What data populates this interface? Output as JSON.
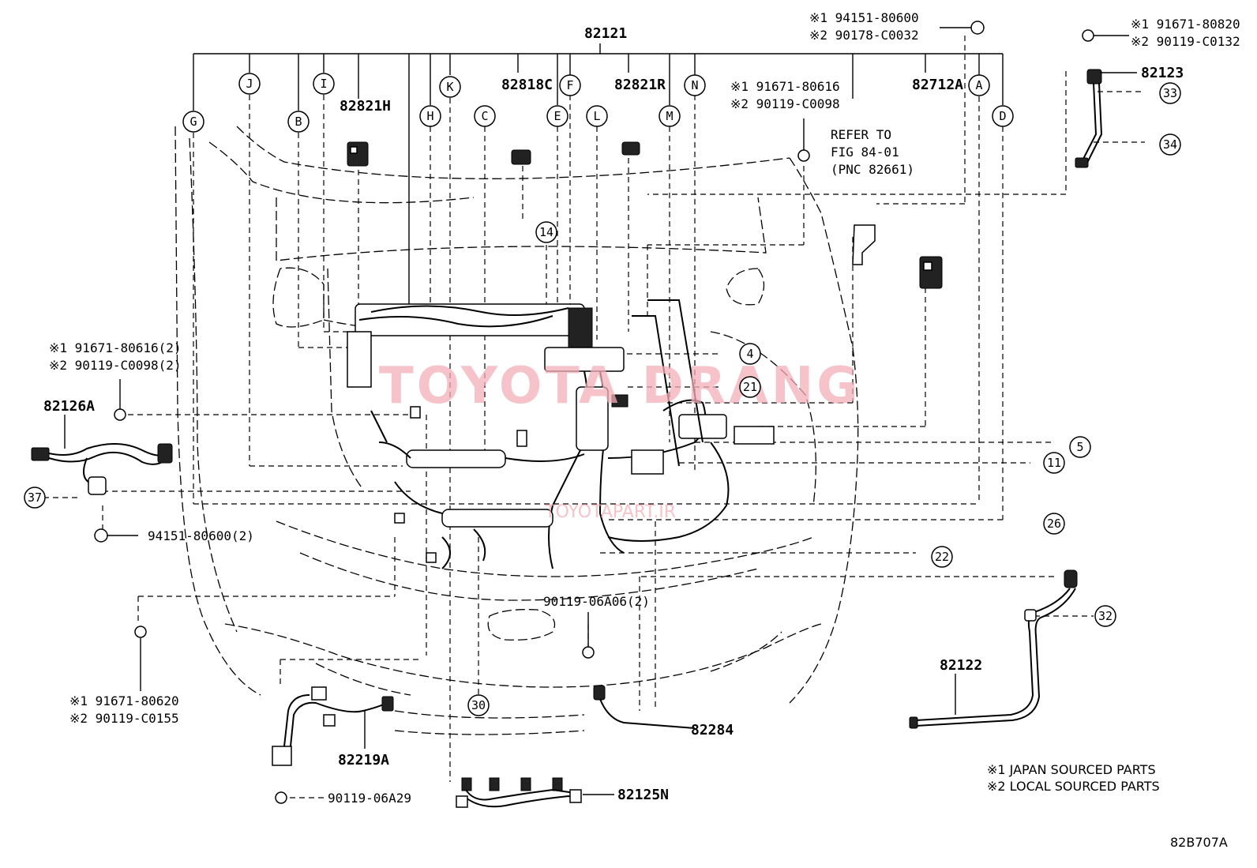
{
  "header": {
    "main_part": "82121"
  },
  "callouts": {
    "c82818C": "82818C",
    "c82821H": "82821H",
    "c82821R": "82821R",
    "c82712A": "82712A",
    "c82123": "82123",
    "c82126A": "82126A",
    "c82122": "82122",
    "c82284": "82284",
    "c82219A": "82219A",
    "c82125N": "82125N"
  },
  "bolts": {
    "b1_l1": "※1 94151-80600",
    "b1_l2": "※2 90178-C0032",
    "b2_l1": "※1 91671-80820",
    "b2_l2": "※2 90119-C0132",
    "b3_l1": "※1 91671-80616",
    "b3_l2": "※2 90119-C0098",
    "b4_l1": "※1 91671-80616(2)",
    "b4_l2": "※2 90119-C0098(2)",
    "b5": "94151-80600(2)",
    "b6": "90119-06A06(2)",
    "b7_l1": "※1 91671-80620",
    "b7_l2": "※2 90119-C0155",
    "b8": "90119-06A29"
  },
  "refer": {
    "l1": "REFER TO",
    "l2": "FIG 84-01",
    "l3": "(PNC 82661)"
  },
  "letters": [
    "G",
    "J",
    "B",
    "I",
    "H",
    "K",
    "C",
    "E",
    "F",
    "L",
    "M",
    "N",
    "A",
    "D"
  ],
  "numbers": [
    "14",
    "4",
    "21",
    "5",
    "11",
    "26",
    "22",
    "33",
    "34",
    "37",
    "32",
    "30"
  ],
  "legend": {
    "l1": "※1 JAPAN SOURCED PARTS",
    "l2": "※2 LOCAL SOURCED PARTS"
  },
  "watermark": {
    "main": "TOYOTA DRANG",
    "sub": "TOYOTAPART.IR"
  },
  "figure_code": "82B707A"
}
